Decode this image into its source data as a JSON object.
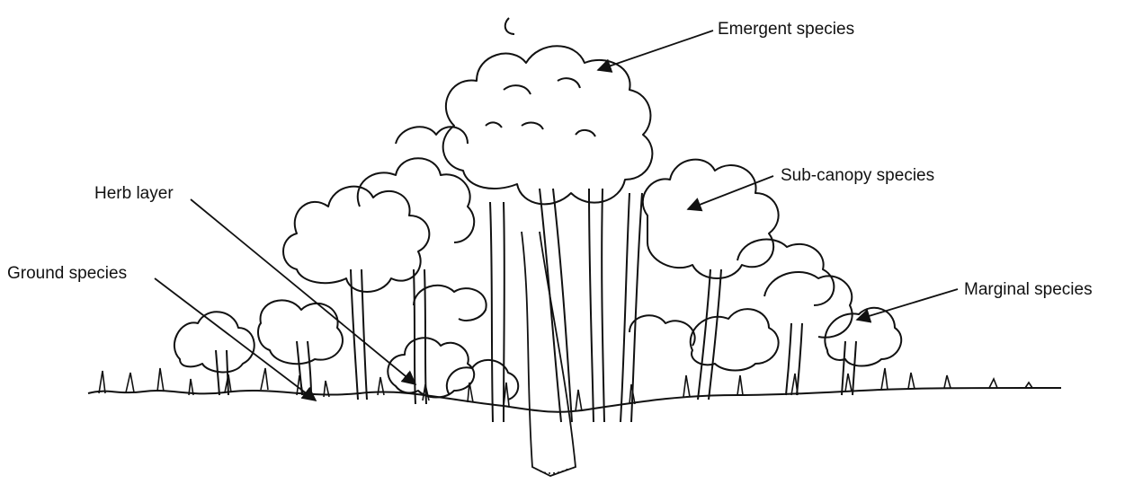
{
  "labels": {
    "emergent": "Emergent species",
    "sub_canopy": "Sub-canopy species",
    "herb_layer": "Herb layer",
    "ground": "Ground species",
    "marginal": "Marginal species"
  },
  "colors": {
    "ink": "#111111",
    "background": "#ffffff"
  }
}
